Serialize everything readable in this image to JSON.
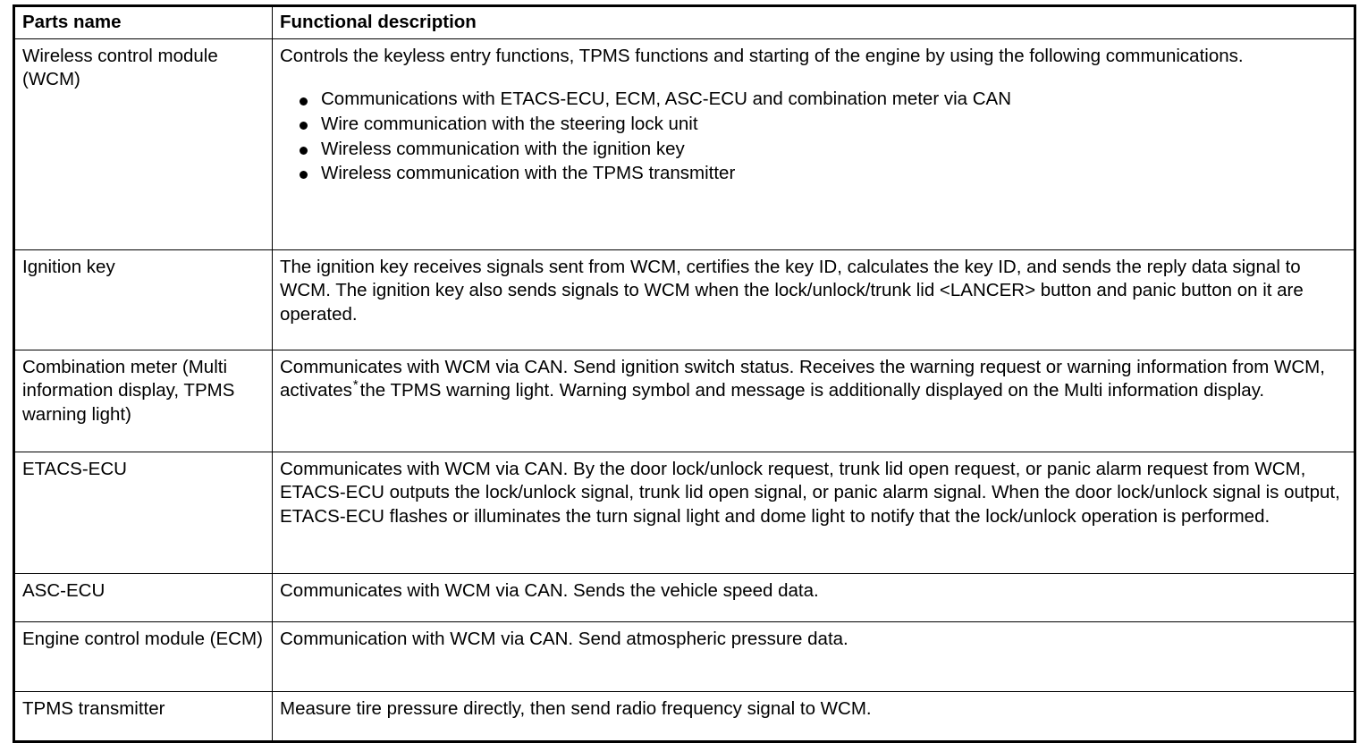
{
  "table": {
    "headers": {
      "parts_name": "Parts name",
      "functional_description": "Functional description"
    },
    "rows": [
      {
        "id": "wireless-control-module",
        "name": "Wireless control module (WCM)",
        "description_intro": "Controls the keyless entry functions, TPMS functions and starting of the engine by using the following communications.",
        "bullets": [
          "Communications with ETACS-ECU, ECM, ASC-ECU and combination meter via CAN",
          "Wire communication with the steering lock unit",
          "Wireless communication with the ignition key",
          "Wireless communication with the TPMS transmitter"
        ]
      },
      {
        "id": "ignition-key",
        "name": "Ignition key",
        "description": "The ignition key receives signals sent from WCM, certifies the key ID, calculates the key ID, and sends the reply data signal to WCM. The ignition key also sends signals to WCM when the lock/unlock/trunk lid <LANCER> button and panic button on it are operated."
      },
      {
        "id": "combination-meter",
        "name": "Combination meter (Multi information display, TPMS warning light)",
        "description_part1": "Communicates with WCM via CAN. Send ignition switch status. Receives the warning request or warning information from WCM, activates",
        "footnote_mark": "*",
        "description_part2": "the TPMS warning light. Warning symbol and message is additionally displayed on the Multi information display."
      },
      {
        "id": "etacs-ecu",
        "name": "ETACS-ECU",
        "description": "Communicates with WCM via CAN. By the door lock/unlock request, trunk lid open request, or panic alarm request from WCM, ETACS-ECU outputs the lock/unlock signal, trunk lid open signal, or panic alarm signal. When the door lock/unlock signal is output, ETACS-ECU flashes or illuminates the turn signal light and dome light to notify that the lock/unlock operation is performed."
      },
      {
        "id": "asc-ecu",
        "name": "ASC-ECU",
        "description": "Communicates with WCM via CAN. Sends the vehicle speed data."
      },
      {
        "id": "engine-control-module",
        "name": "Engine control module (ECM)",
        "description": "Communication with WCM via CAN. Send atmospheric pressure data."
      },
      {
        "id": "tpms-transmitter",
        "name": "TPMS transmitter",
        "description": "Measure tire pressure directly, then send radio frequency signal to WCM."
      }
    ]
  },
  "colors": {
    "border": "#000000",
    "text": "#000000",
    "background": "#ffffff"
  }
}
